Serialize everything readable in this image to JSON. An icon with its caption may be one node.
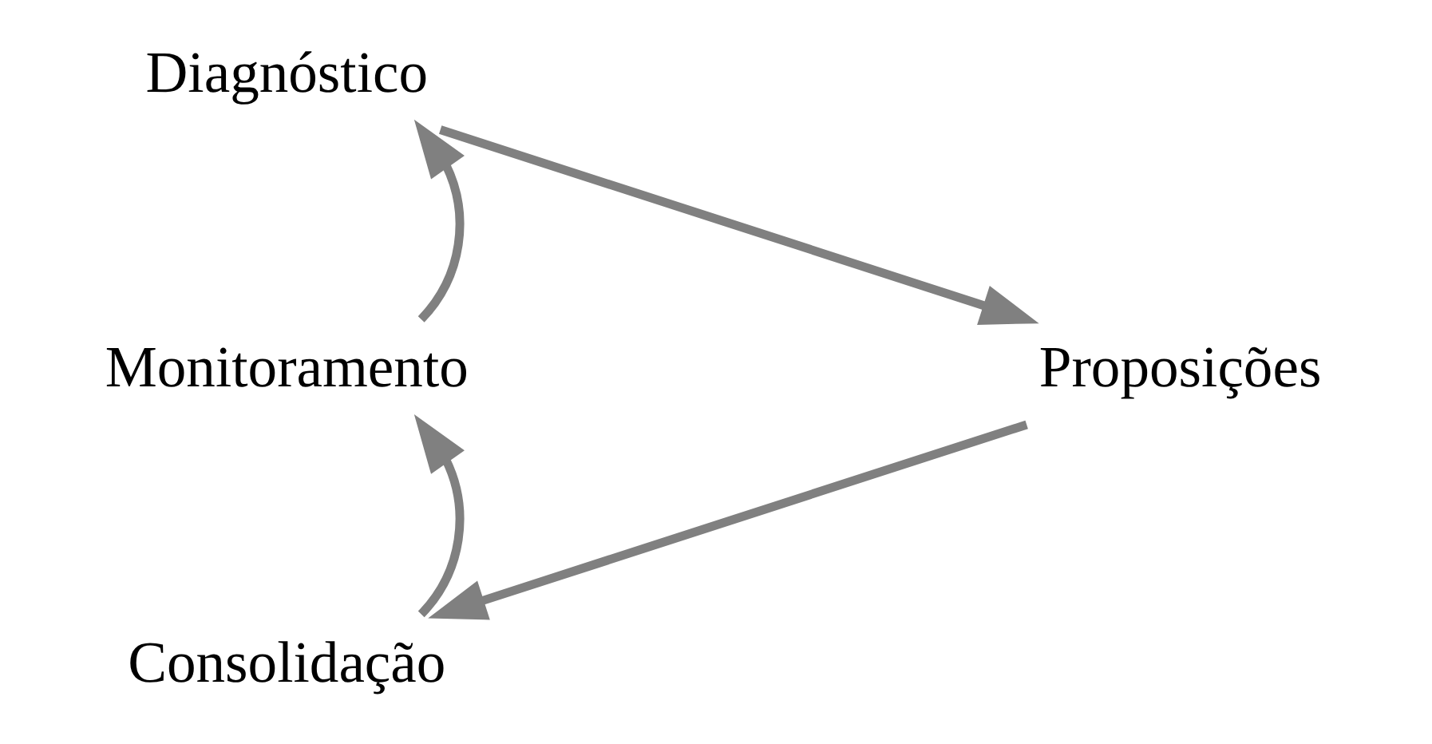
{
  "diagram": {
    "nodes": [
      {
        "text": [
          "Diagnóstico"
        ]
      },
      {
        "text": [
          "Monitoramento"
        ]
      },
      {
        "text": [
          "Proposições"
        ]
      },
      {
        "text": [
          "Consolidação"
        ]
      }
    ],
    "edges": [
      {
        "from": 0,
        "to": 2,
        "arrow": "to"
      },
      {
        "from": 2,
        "to": 3,
        "arrow": "to"
      },
      {
        "from": 3,
        "to": 1,
        "arrow": "to"
      },
      {
        "from": 1,
        "to": 0,
        "arrow": "to"
      }
    ]
  }
}
